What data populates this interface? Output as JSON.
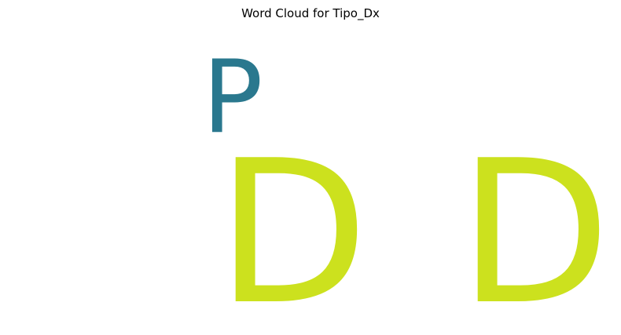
{
  "chart_data": {
    "type": "wordcloud",
    "title": "Word Cloud for Tipo_Dx",
    "words": [
      {
        "text": "P",
        "color": "#2a788e",
        "relative_size": 0.55
      },
      {
        "text": "D",
        "color": "#cce11e",
        "relative_size": 1.0
      },
      {
        "text": "D",
        "color": "#cce11e",
        "relative_size": 1.0
      }
    ]
  }
}
